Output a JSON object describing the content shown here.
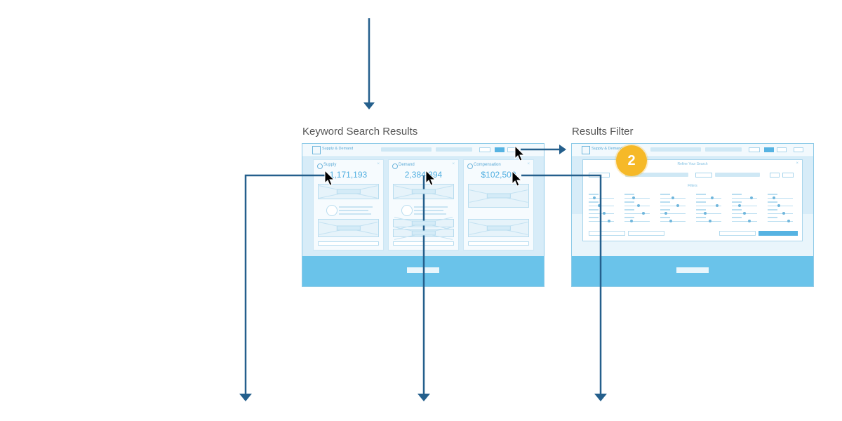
{
  "screens": [
    {
      "label": "Keyword Search Results",
      "app_title": "Supply & Demand",
      "cards": [
        {
          "title": "Supply",
          "value": "1,171,193"
        },
        {
          "title": "Demand",
          "value": "2,384,394"
        },
        {
          "title": "Compensation",
          "value": "$102,500"
        }
      ]
    },
    {
      "label": "Results Filter",
      "app_title": "Supply & Demand",
      "modal_title": "Refine Your Search",
      "filters_heading": "Filters"
    }
  ],
  "badge": "2",
  "colors": {
    "arrow": "#245f8c",
    "accent": "#6ac3ea",
    "badge": "#f6b928",
    "cursor": "#000000"
  }
}
